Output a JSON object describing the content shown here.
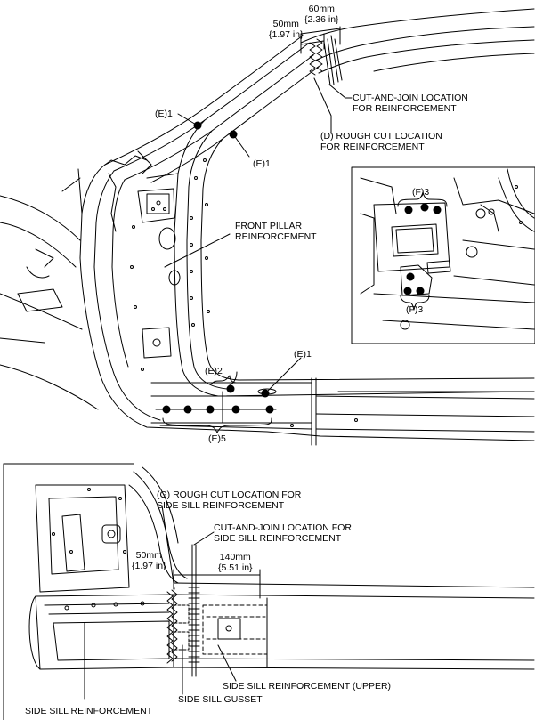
{
  "upper": {
    "dim_60": "60mm",
    "dim_60_in": "{2.36 in}",
    "dim_50": "50mm",
    "dim_50_in": "{1.97 in}",
    "cut_join_1": "CUT-AND-JOIN LOCATION",
    "cut_join_2": "FOR REINFORCEMENT",
    "rough_1": "(D) ROUGH CUT LOCATION",
    "rough_2": "FOR REINFORCEMENT",
    "e1_top": "(E)1",
    "e1_mid": "(E)1",
    "pillar_1": "FRONT PILLAR",
    "pillar_2": "REINFORCEMENT",
    "e2": "(E)2",
    "e1_low": "(E)1",
    "e5": "(E)5",
    "f3_top": "(F)3",
    "f3_bot": "(F)3"
  },
  "lower": {
    "rough_1": "(G) ROUGH CUT LOCATION FOR",
    "rough_2": "SIDE SILL REINFORCEMENT",
    "cut_join_1": "CUT-AND-JOIN LOCATION FOR",
    "cut_join_2": "SIDE SILL REINFORCEMENT",
    "dim_50": "50mm",
    "dim_50_in": "{1.97 in}",
    "dim_140": "140mm",
    "dim_140_in": "{5.51 in}",
    "sill_reinf_upper": "SIDE SILL REINFORCEMENT (UPPER)",
    "sill_gusset": "SIDE SILL GUSSET",
    "sill_reinf": "SIDE SILL REINFORCEMENT"
  }
}
